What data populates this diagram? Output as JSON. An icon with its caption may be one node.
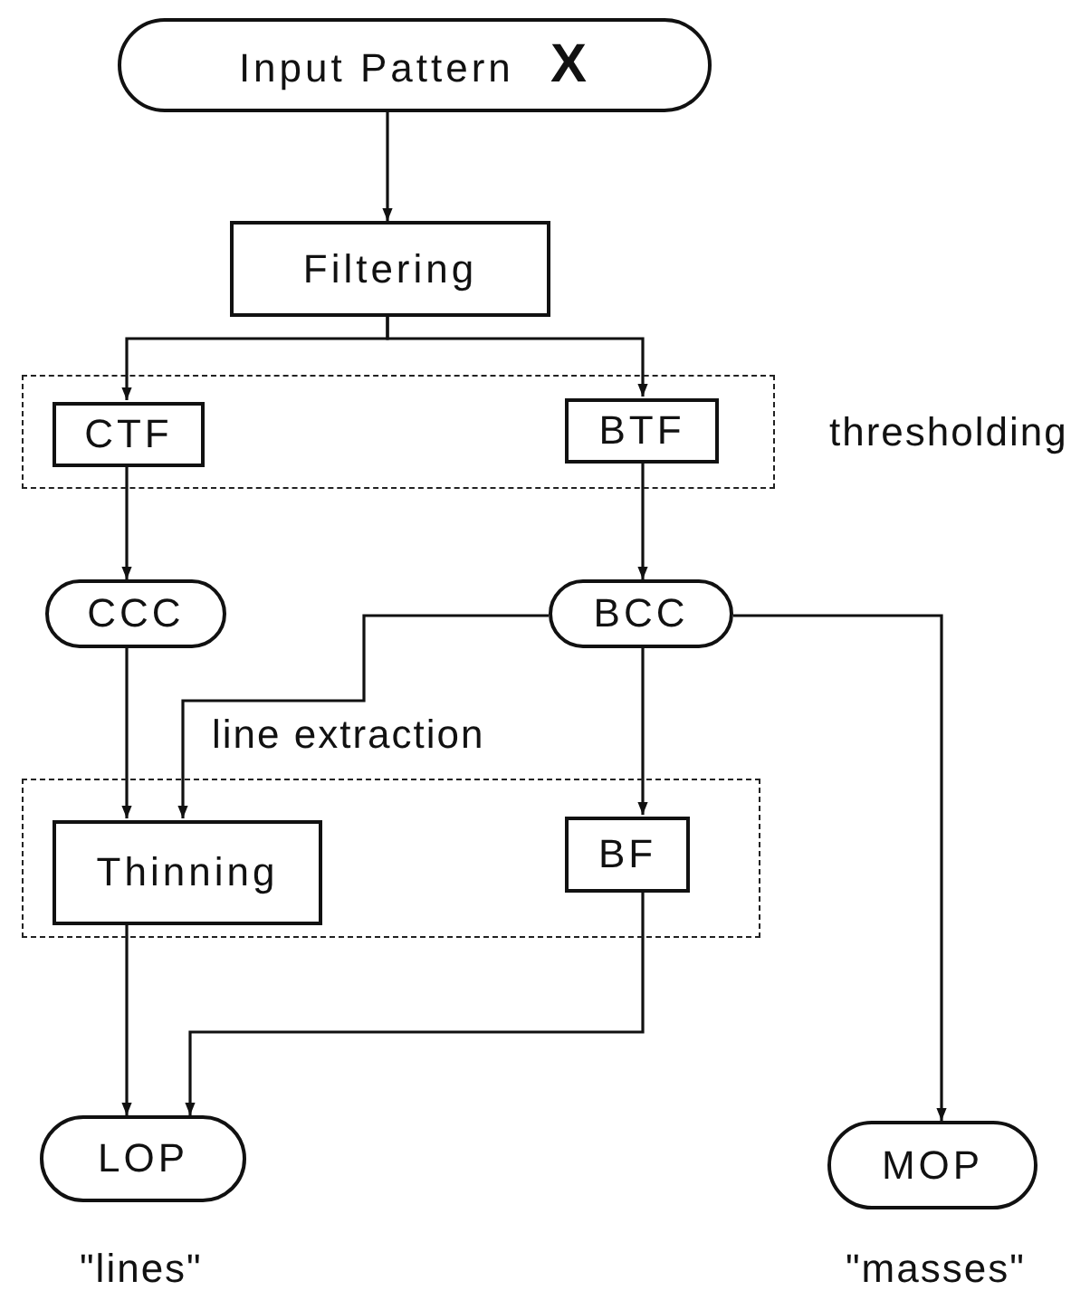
{
  "diagram": {
    "nodes": [
      {
        "text": [
          "Input Pattern **X**"
        ]
      },
      {
        "text": [
          "Filtering"
        ]
      },
      {
        "text": [
          "thresholding"
        ]
      },
      {
        "text": [
          "CTF"
        ],
        "in": 2
      },
      {
        "text": [
          "BTF"
        ],
        "in": 2
      },
      {
        "text": [
          "CCC"
        ]
      },
      {
        "text": [
          "BCC"
        ]
      },
      {
        "text": [
          "line extraction"
        ]
      },
      {
        "text": [
          "Thinning"
        ],
        "in": 7
      },
      {
        "text": [
          "BF"
        ],
        "in": 7
      },
      {
        "text": [
          "LOP"
        ],
        "beside": [
          "\"lines\""
        ]
      },
      {
        "text": [
          "MOP"
        ],
        "beside": [
          "\"masses\""
        ]
      }
    ],
    "edges": [
      {
        "from": 0,
        "to": 1,
        "arrow": "to"
      },
      {
        "from": 1,
        "to": 3,
        "arrow": "to"
      },
      {
        "from": 1,
        "to": 4,
        "arrow": "to"
      },
      {
        "from": 3,
        "to": 5,
        "arrow": "to"
      },
      {
        "from": 4,
        "to": 6,
        "arrow": "to"
      },
      {
        "from": 5,
        "to": 8,
        "arrow": "to"
      },
      {
        "from": 6,
        "to": 8,
        "arrow": "to"
      },
      {
        "from": 6,
        "to": 9,
        "arrow": "to"
      },
      {
        "from": 6,
        "to": 11,
        "arrow": "to"
      },
      {
        "from": 8,
        "to": 10,
        "arrow": "to"
      },
      {
        "from": 9,
        "to": 10,
        "arrow": "to"
      }
    ]
  }
}
